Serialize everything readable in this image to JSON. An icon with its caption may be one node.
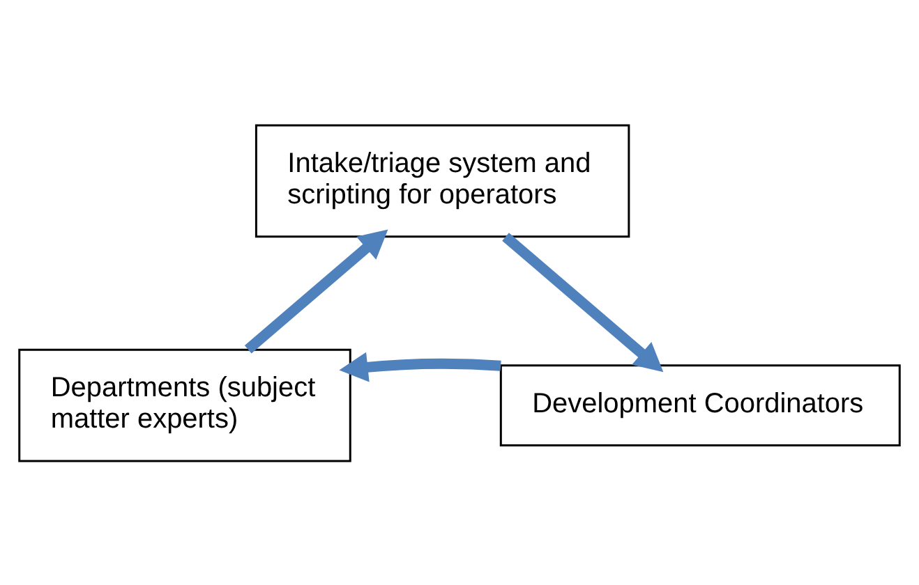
{
  "diagram": {
    "nodes": [
      {
        "text": [
          "Intake/triage system and scripting for operators"
        ]
      },
      {
        "text": [
          "Departments (subject matter experts)"
        ]
      },
      {
        "text": [
          "Development Coordinators"
        ]
      }
    ],
    "edges": [
      {
        "from": 0,
        "to": 2,
        "arrow": "to"
      },
      {
        "from": 2,
        "to": 1,
        "arrow": "to"
      },
      {
        "from": 1,
        "to": 0,
        "arrow": "to"
      }
    ]
  }
}
